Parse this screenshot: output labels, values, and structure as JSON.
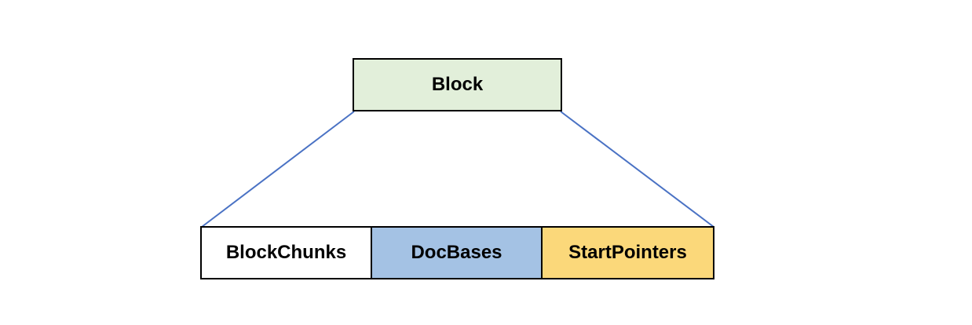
{
  "block": {
    "label": "Block",
    "fill": "#E2EFDA"
  },
  "parts": [
    {
      "label": "BlockChunks",
      "fill": "#FFFFFF"
    },
    {
      "label": "DocBases",
      "fill": "#A4C2E4"
    },
    {
      "label": "StartPointers",
      "fill": "#FBD87A"
    }
  ],
  "colors": {
    "connector": "#4A72C4",
    "border": "#000000"
  }
}
